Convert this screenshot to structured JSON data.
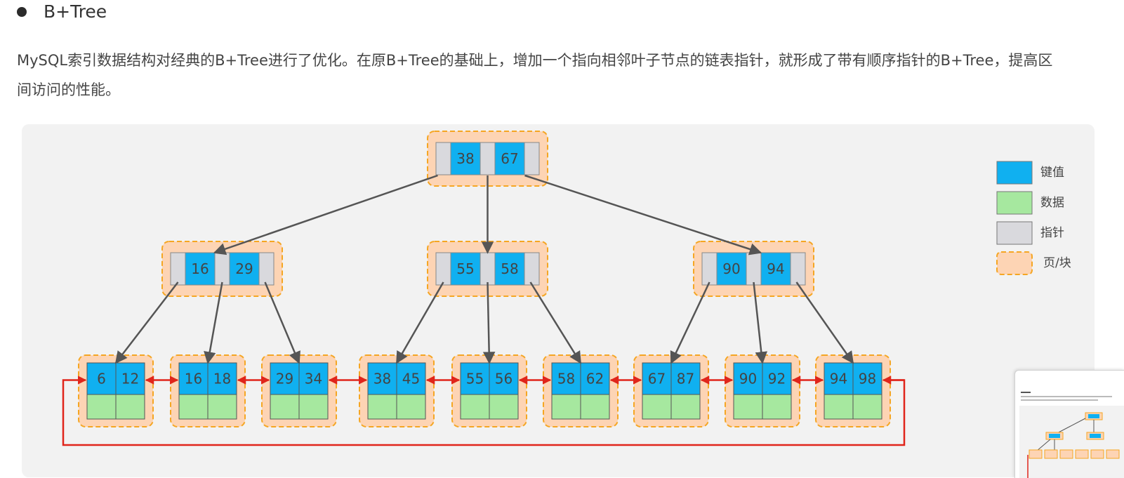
{
  "heading": "B+Tree",
  "description": "MySQL索引数据结构对经典的B+Tree进行了优化。在原B+Tree的基础上，增加一个指向相邻叶子节点的链表指针，就形成了带有顺序指针的B+Tree，提高区间访问的性能。",
  "colors": {
    "key": "#10b0f0",
    "data": "#a6e89f",
    "pointer": "#d9d9dd",
    "page": "#fdd4b4",
    "page_border": "#f5a623",
    "tree_arrow": "#555555",
    "leaf_link": "#e0251b"
  },
  "tree": {
    "root": {
      "keys": [
        "38",
        "67"
      ]
    },
    "internal": [
      {
        "keys": [
          "16",
          "29"
        ]
      },
      {
        "keys": [
          "55",
          "58"
        ]
      },
      {
        "keys": [
          "90",
          "94"
        ]
      }
    ],
    "leaves": [
      {
        "keys": [
          "6",
          "12"
        ]
      },
      {
        "keys": [
          "16",
          "18"
        ]
      },
      {
        "keys": [
          "29",
          "34"
        ]
      },
      {
        "keys": [
          "38",
          "45"
        ]
      },
      {
        "keys": [
          "55",
          "56"
        ]
      },
      {
        "keys": [
          "58",
          "62"
        ]
      },
      {
        "keys": [
          "67",
          "87"
        ]
      },
      {
        "keys": [
          "90",
          "92"
        ]
      },
      {
        "keys": [
          "94",
          "98"
        ]
      }
    ]
  },
  "legend": [
    {
      "label": "键值",
      "kind": "key"
    },
    {
      "label": "数据",
      "kind": "data"
    },
    {
      "label": "指针",
      "kind": "pointer"
    },
    {
      "label": "页/块",
      "kind": "page"
    }
  ]
}
